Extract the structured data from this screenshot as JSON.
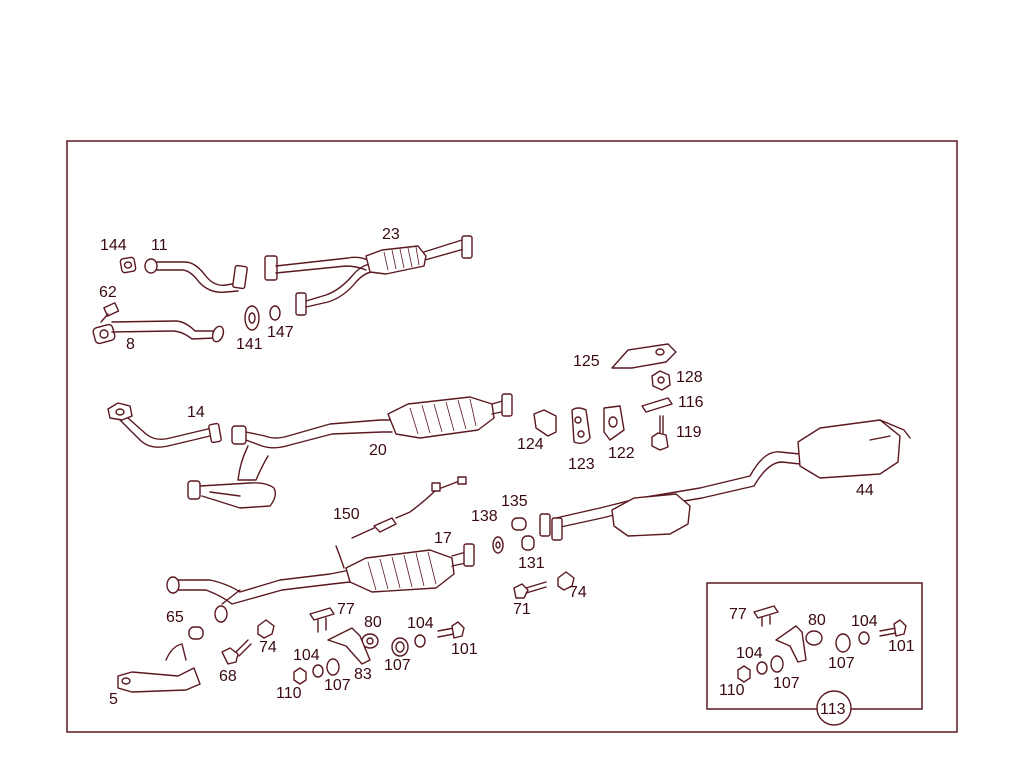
{
  "colors": {
    "line": "#5a1820",
    "text": "#3a0a10",
    "background": "#ffffff"
  },
  "labels": {
    "l144": "144",
    "l11": "11",
    "l23": "23",
    "l62": "62",
    "l8": "8",
    "l141": "141",
    "l147": "147",
    "l125": "125",
    "l128": "128",
    "l116": "116",
    "l14": "14",
    "l124": "124",
    "l123": "123",
    "l122": "122",
    "l119": "119",
    "l20": "20",
    "l44": "44",
    "l150": "150",
    "l135": "135",
    "l138": "138",
    "l17": "17",
    "l131": "131",
    "l65": "65",
    "l77": "77",
    "l80": "80",
    "l104": "104",
    "l101": "101",
    "l74": "74",
    "l71": "71",
    "l68": "68",
    "l107": "107",
    "l83": "83",
    "l110": "110",
    "l5": "5",
    "inset": {
      "l77": "77",
      "l80": "80",
      "l104a": "104",
      "l101": "101",
      "l104b": "104",
      "l107a": "107",
      "l110": "110",
      "l107b": "107",
      "l113": "113"
    }
  }
}
